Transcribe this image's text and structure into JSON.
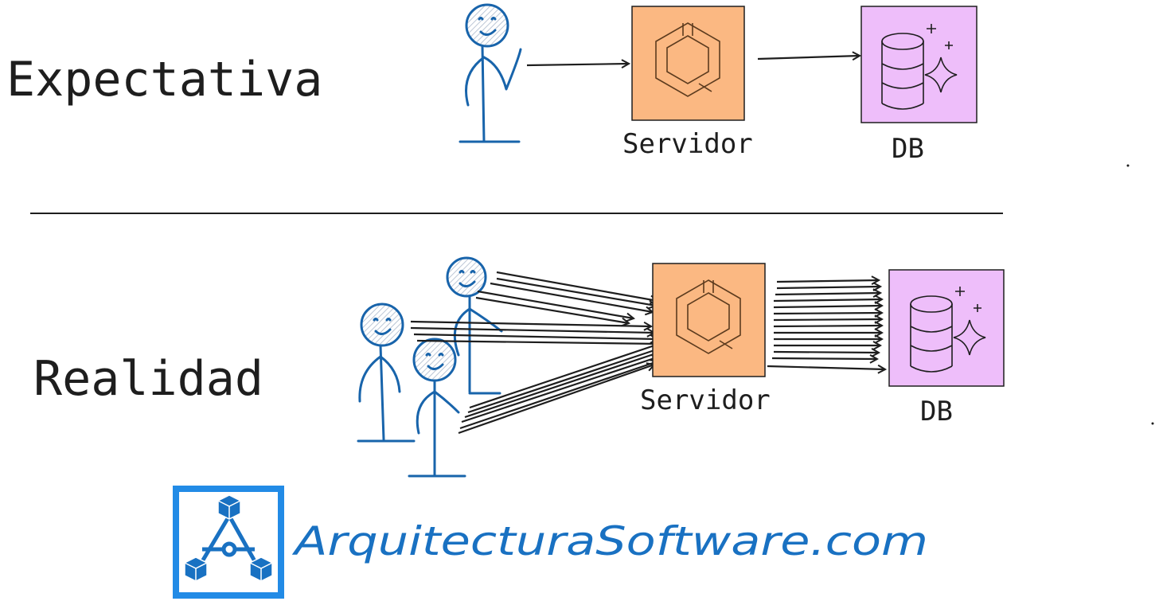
{
  "labels": {
    "expectation": "Expectativa",
    "reality": "Realidad",
    "server_top": "Servidor",
    "db_top": "DB",
    "server_bottom": "Servidor",
    "db_bottom": "DB",
    "brand": "ArquitecturaSoftware.com"
  },
  "colors": {
    "server_fill": "#fbb882",
    "db_fill": "#eebefa",
    "person_stroke": "#1864ab",
    "brand_blue": "#1971c2",
    "ink": "#1e1e1e"
  },
  "icons": {
    "server": "cube-hexagon-icon",
    "db": "database-sparkle-icon",
    "person": "stick-figure-icon",
    "logo": "network-triangle-logo"
  }
}
